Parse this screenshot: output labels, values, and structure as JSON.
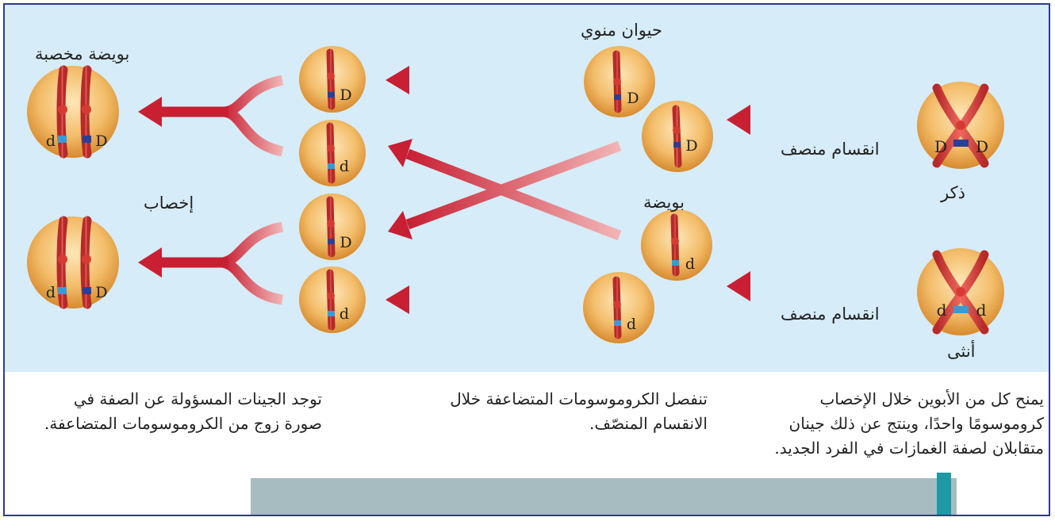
{
  "labels": {
    "fertilized_egg": "بويضة مخصبة",
    "sperm": "حيوان منوي",
    "egg": "بويضة",
    "fertilization": "إخصاب",
    "meiosis_top": "انقسام منصف",
    "meiosis_bottom": "انقسام منصف",
    "male": "ذكر",
    "female": "أنثى"
  },
  "alleles": {
    "dominant": "D",
    "recessive": "d"
  },
  "captions": {
    "left": "توجد الجينات المسؤولة عن الصفة في صورة زوج من الكروموسومات المتضاعفة.",
    "middle": "تنفصل الكروموسومات المتضاعفة خلال الانقسام المنصّف.",
    "right": "يمنح كل من الأبوين خلال الإخصاب كروموسومًا واحدًا، وينتج عن ذلك جينان متقابلان لصفة الغمازات في الفرد الجديد."
  },
  "colors": {
    "frame_border": "#2e3a8c",
    "background": "#d6ecf8",
    "arrow": "#cc2233",
    "cell": "#f0b25a",
    "chromosome": "#e5483f",
    "dominant_band": "#2a3f9a",
    "recessive_band": "#3a9ad9"
  }
}
